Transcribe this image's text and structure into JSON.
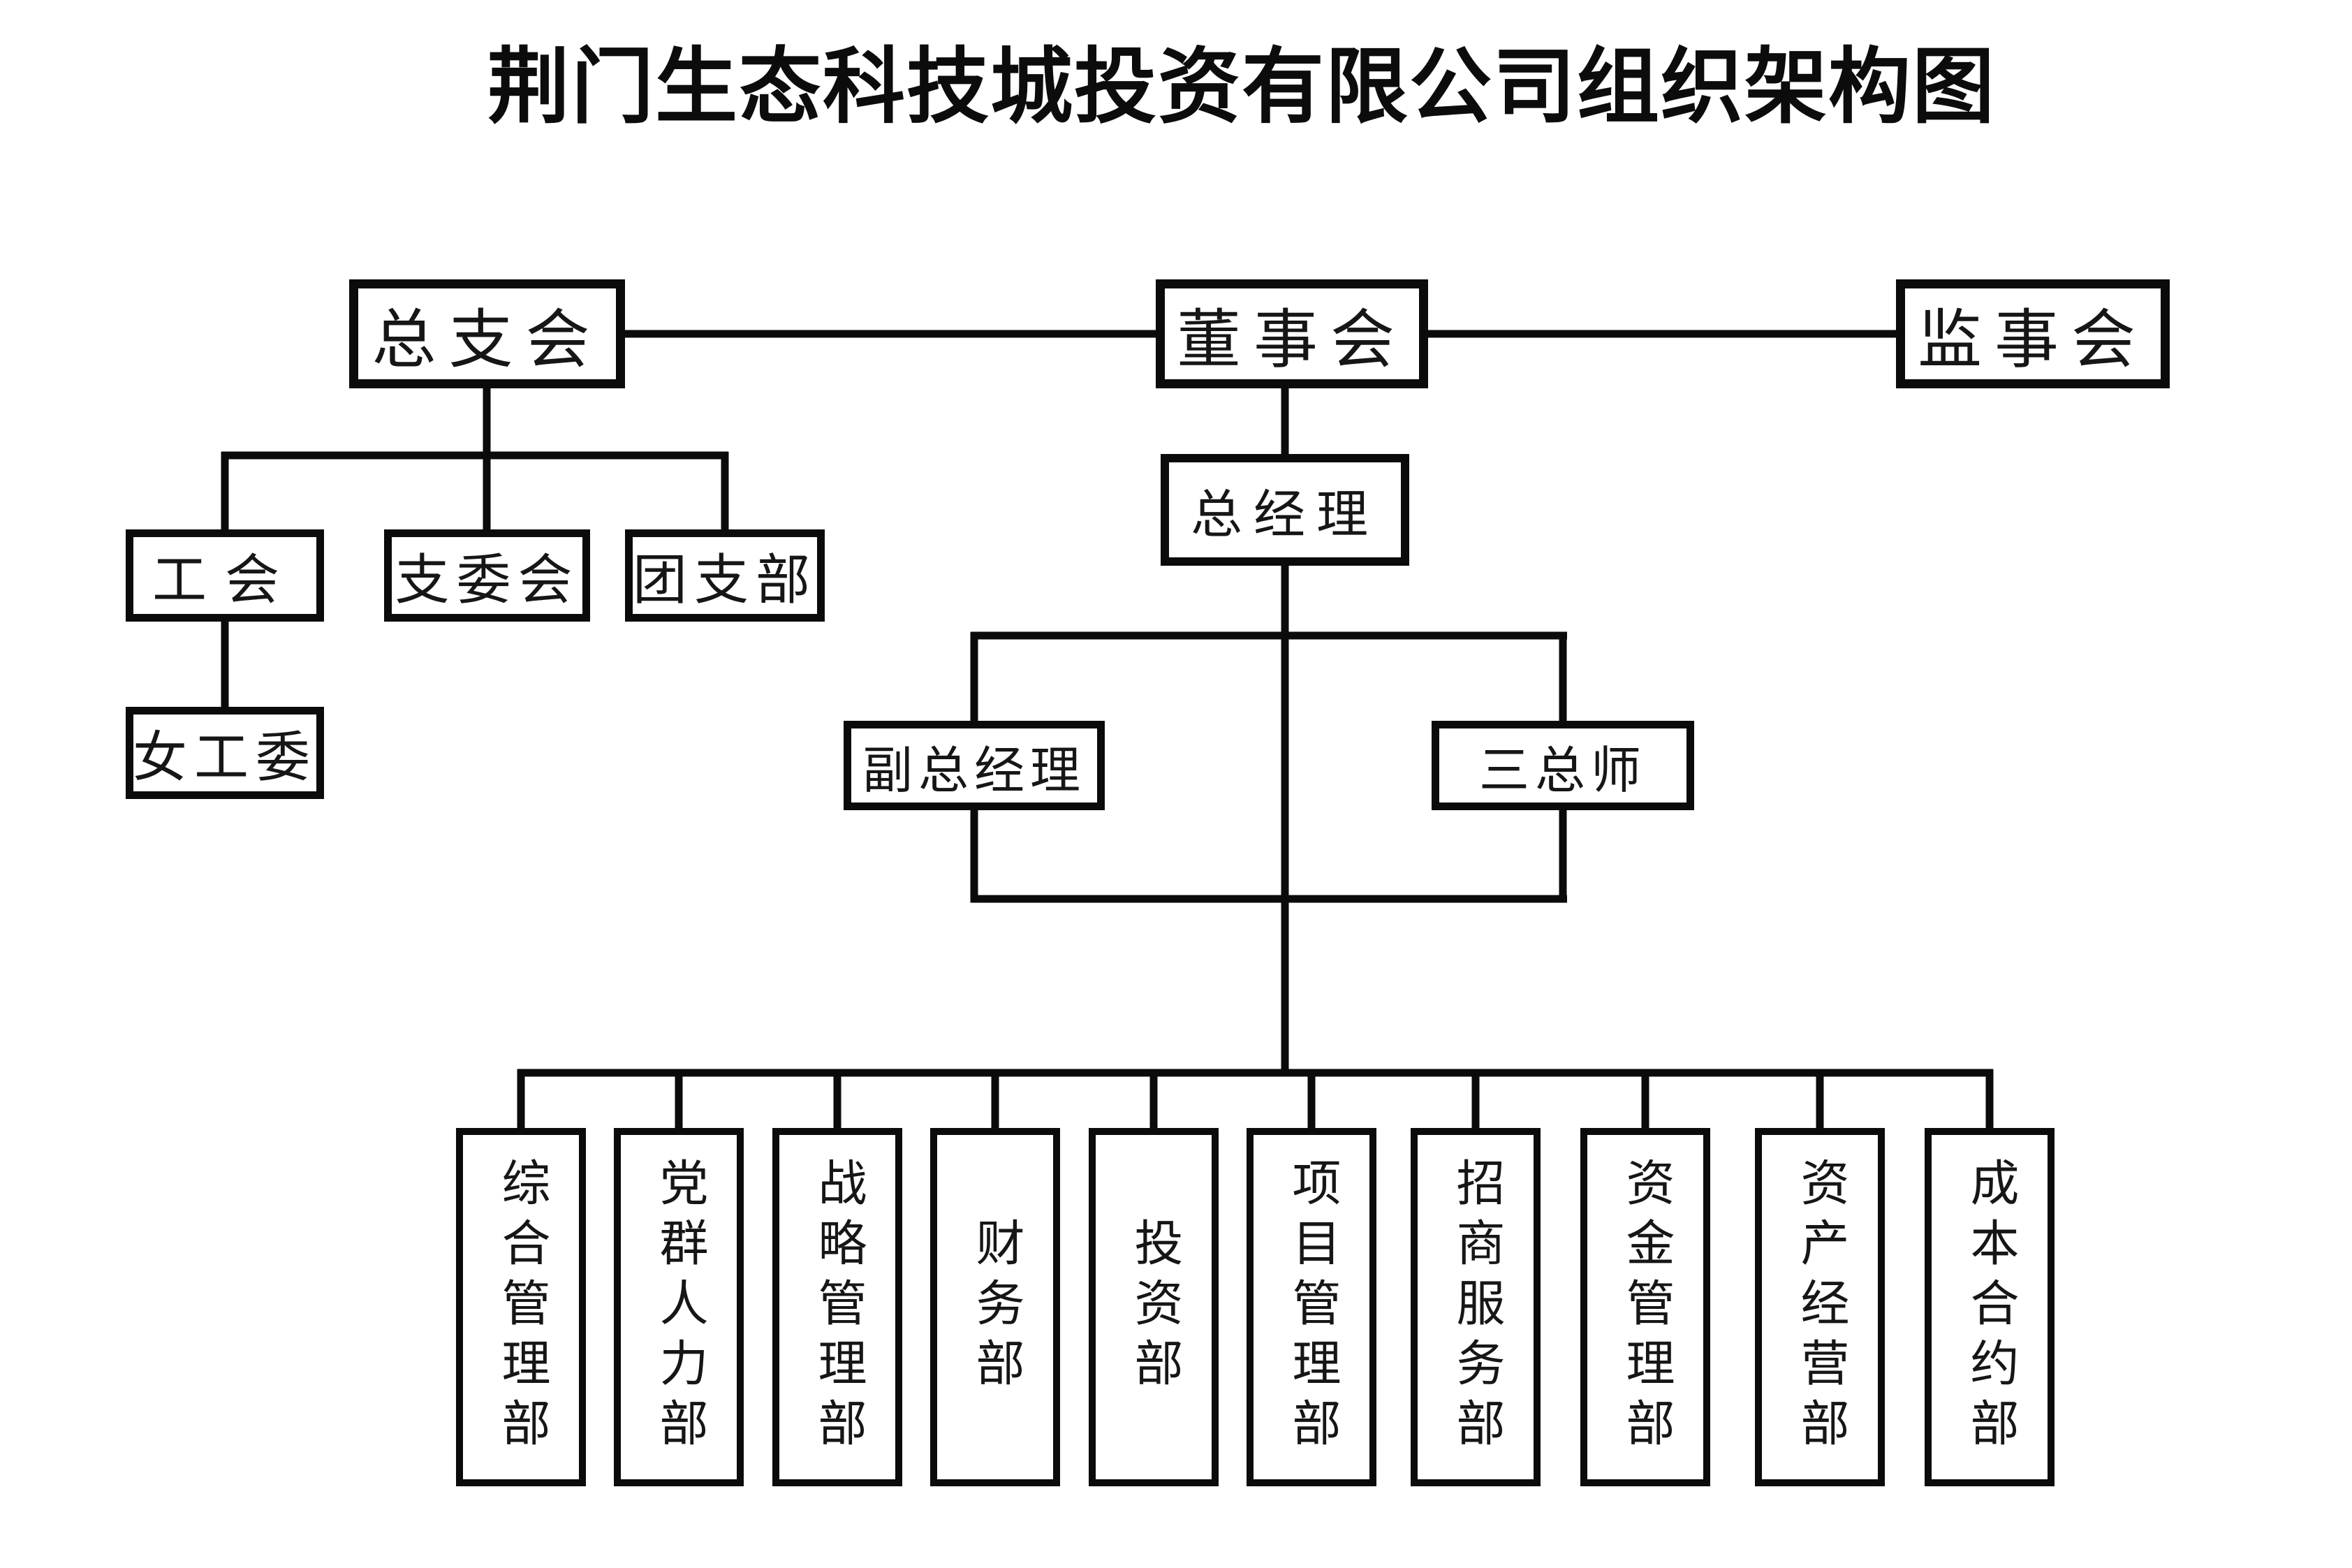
{
  "title": "荆门生态科技城投资有限公司组织架构图",
  "colors": {
    "background": "#ffffff",
    "line": "#0b0b0b",
    "box_border": "#0b0b0b",
    "text": "#161616"
  },
  "nodes": {
    "general_party_branch": {
      "label": "总支会"
    },
    "board_of_directors": {
      "label": "董事会"
    },
    "board_of_supervisors": {
      "label": "监事会"
    },
    "labor_union": {
      "label": "工会"
    },
    "branch_committee": {
      "label": "支委会"
    },
    "youth_league_branch": {
      "label": "团支部"
    },
    "women_workers_committee": {
      "label": "女工委"
    },
    "general_manager": {
      "label": "总经理"
    },
    "deputy_general_manager": {
      "label": "副总经理"
    },
    "three_chief_engineers": {
      "label": "三总师"
    }
  },
  "departments": [
    {
      "label": "综合管理部"
    },
    {
      "label": "党群人力部"
    },
    {
      "label": "战略管理部"
    },
    {
      "label": "财务部"
    },
    {
      "label": "投资部"
    },
    {
      "label": "项目管理部"
    },
    {
      "label": "招商服务部"
    },
    {
      "label": "资金管理部"
    },
    {
      "label": "资产经营部"
    },
    {
      "label": "成本合约部"
    }
  ],
  "hierarchy_note": {
    "top_row": [
      "总支会",
      "董事会",
      "监事会"
    ],
    "under_general_party_branch": [
      "工会",
      "支委会",
      "团支部"
    ],
    "under_labor_union": [
      "女工委"
    ],
    "under_board": [
      "总经理"
    ],
    "under_general_manager": [
      "副总经理",
      "三总师"
    ],
    "departments_parent": "总经理"
  }
}
